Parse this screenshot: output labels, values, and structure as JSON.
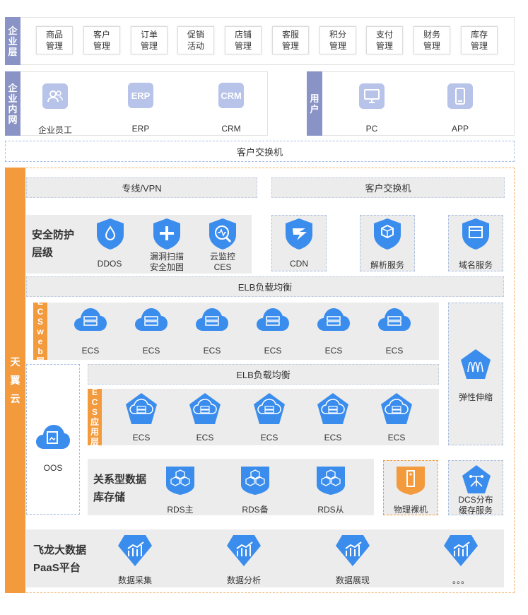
{
  "enterprise_layer": {
    "label": "企业层",
    "items": [
      "商品管理",
      "客户管理",
      "订单管理",
      "促销活动",
      "店铺管理",
      "客服管理",
      "积分管理",
      "支付管理",
      "财务管理",
      "库存管理"
    ]
  },
  "intranet": {
    "label": "企业内网",
    "items": [
      {
        "label": "企业员工",
        "icon": "people-icon"
      },
      {
        "label": "ERP",
        "icon": "ERP"
      },
      {
        "label": "CRM",
        "icon": "CRM"
      }
    ]
  },
  "user": {
    "label": "用户",
    "items": [
      {
        "label": "PC",
        "icon": "monitor-icon"
      },
      {
        "label": "APP",
        "icon": "phone-icon"
      }
    ]
  },
  "switch_top": "客户交换机",
  "cloud": {
    "label": "天翼云",
    "vpn": "专线/VPN",
    "switch": "客户交换机",
    "security": {
      "title": "安全防护层级",
      "items": [
        "DDOS",
        "漏洞扫描\n安全加固",
        "云监控\nCES"
      ]
    },
    "cdn": "CDN",
    "dns_parse": "解析服务",
    "domain": "域名服务",
    "elb1": "ELB负载均衡",
    "web_layer": {
      "label": "ECS web层",
      "items": [
        "ECS",
        "ECS",
        "ECS",
        "ECS",
        "ECS",
        "ECS"
      ]
    },
    "elb2": "ELB负载均衡",
    "app_layer": {
      "label": "ECS应用层",
      "items": [
        "ECS",
        "ECS",
        "ECS",
        "ECS",
        "ECS"
      ]
    },
    "elastic": "弹性伸缩",
    "oos": "OOS",
    "db": {
      "title": "关系型数据库存储",
      "items": [
        "RDS主",
        "RDS备",
        "RDS从"
      ]
    },
    "bare_metal": "物理裸机",
    "dcs": "DCS分布\n缓存服务",
    "paas": {
      "title": "飞龙大数据PaaS平台",
      "items": [
        "数据采集",
        "数据分析",
        "数据展现",
        "。。。"
      ]
    }
  },
  "colors": {
    "blue": "#3b8ded",
    "orange": "#f39a3d",
    "purple": "#8a93c6",
    "light_purple": "#b7c3e8",
    "grey": "#ececec"
  }
}
